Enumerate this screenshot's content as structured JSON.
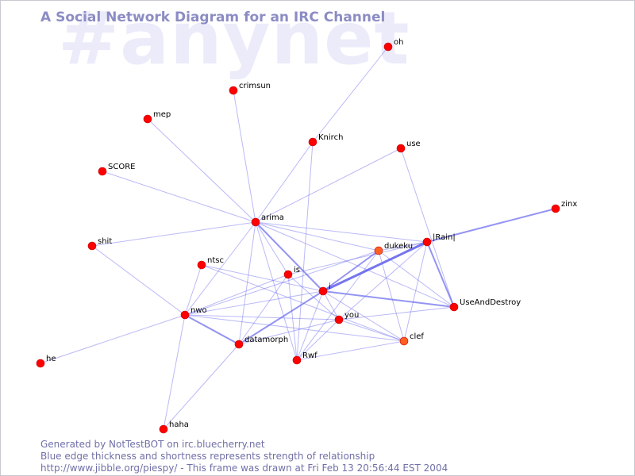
{
  "watermark": "#anynet",
  "title": "A Social Network Diagram for an IRC Channel",
  "footer": {
    "line1": "Generated by NotTestBOT on irc.bluecherry.net",
    "line2": "Blue edge thickness and shortness represents strength of relationship",
    "line3": "http://www.jibble.org/piespy/ - This frame was drawn at Fri Feb 13 20:56:44 EST 2004"
  },
  "colors": {
    "background": "#ffffff",
    "node": "#ff0000",
    "node_recent": "#ff6020",
    "node_outline": "#c00000",
    "edge": "#6666ee",
    "title": "#8c8cc4",
    "watermark": "#ebebfa",
    "footer": "#7070a8"
  },
  "nodes": [
    {
      "id": "oh",
      "label": "oh",
      "state": "normal"
    },
    {
      "id": "crimsun",
      "label": "crimsun",
      "state": "normal"
    },
    {
      "id": "mep",
      "label": "mep",
      "state": "normal"
    },
    {
      "id": "Knirch",
      "label": "Knirch",
      "state": "normal"
    },
    {
      "id": "use",
      "label": "use",
      "state": "normal"
    },
    {
      "id": "SCORE",
      "label": "SCORE",
      "state": "normal"
    },
    {
      "id": "zinx",
      "label": "zinx",
      "state": "normal"
    },
    {
      "id": "arima",
      "label": "arima",
      "state": "normal"
    },
    {
      "id": "Rain",
      "label": "|Rain|",
      "state": "normal"
    },
    {
      "id": "dukeku",
      "label": "dukeku",
      "state": "recent"
    },
    {
      "id": "shit",
      "label": "shit",
      "state": "normal"
    },
    {
      "id": "ntsc",
      "label": "ntsc",
      "state": "normal"
    },
    {
      "id": "is",
      "label": "is",
      "state": "normal"
    },
    {
      "id": "i",
      "label": "i",
      "state": "normal"
    },
    {
      "id": "UseAndDestroy",
      "label": "UseAndDestroy",
      "state": "normal"
    },
    {
      "id": "nwo",
      "label": "nwo",
      "state": "normal"
    },
    {
      "id": "you",
      "label": "you",
      "state": "normal"
    },
    {
      "id": "clef",
      "label": "clef",
      "state": "recent"
    },
    {
      "id": "datamorph",
      "label": "datamorph",
      "state": "normal"
    },
    {
      "id": "Rwf",
      "label": "Rwf",
      "state": "normal"
    },
    {
      "id": "he",
      "label": "he",
      "state": "normal"
    },
    {
      "id": "haha",
      "label": "haha",
      "state": "normal"
    }
  ],
  "edges": [
    {
      "from": "oh",
      "to": "Knirch",
      "strength": 1
    },
    {
      "from": "crimsun",
      "to": "arima",
      "strength": 1
    },
    {
      "from": "mep",
      "to": "arima",
      "strength": 1
    },
    {
      "from": "SCORE",
      "to": "arima",
      "strength": 1
    },
    {
      "from": "Knirch",
      "to": "arima",
      "strength": 1
    },
    {
      "from": "Knirch",
      "to": "Rwf",
      "strength": 1
    },
    {
      "from": "use",
      "to": "arima",
      "strength": 1
    },
    {
      "from": "use",
      "to": "UseAndDestroy",
      "strength": 1
    },
    {
      "from": "zinx",
      "to": "Rain",
      "strength": 2
    },
    {
      "from": "shit",
      "to": "arima",
      "strength": 1
    },
    {
      "from": "shit",
      "to": "nwo",
      "strength": 1
    },
    {
      "from": "arima",
      "to": "Rain",
      "strength": 1
    },
    {
      "from": "arima",
      "to": "dukeku",
      "strength": 1
    },
    {
      "from": "arima",
      "to": "i",
      "strength": 2
    },
    {
      "from": "arima",
      "to": "is",
      "strength": 1
    },
    {
      "from": "arima",
      "to": "nwo",
      "strength": 1
    },
    {
      "from": "arima",
      "to": "datamorph",
      "strength": 1
    },
    {
      "from": "arima",
      "to": "Rwf",
      "strength": 1
    },
    {
      "from": "arima",
      "to": "UseAndDestroy",
      "strength": 1
    },
    {
      "from": "Rain",
      "to": "i",
      "strength": 3
    },
    {
      "from": "Rain",
      "to": "UseAndDestroy",
      "strength": 2
    },
    {
      "from": "Rain",
      "to": "is",
      "strength": 1
    },
    {
      "from": "Rain",
      "to": "clef",
      "strength": 1
    },
    {
      "from": "Rain",
      "to": "you",
      "strength": 1
    },
    {
      "from": "Rain",
      "to": "dukeku",
      "strength": 1
    },
    {
      "from": "dukeku",
      "to": "i",
      "strength": 2
    },
    {
      "from": "dukeku",
      "to": "clef",
      "strength": 1
    },
    {
      "from": "dukeku",
      "to": "UseAndDestroy",
      "strength": 1
    },
    {
      "from": "dukeku",
      "to": "nwo",
      "strength": 1
    },
    {
      "from": "dukeku",
      "to": "Rwf",
      "strength": 1
    },
    {
      "from": "ntsc",
      "to": "nwo",
      "strength": 1
    },
    {
      "from": "ntsc",
      "to": "i",
      "strength": 1
    },
    {
      "from": "ntsc",
      "to": "clef",
      "strength": 1
    },
    {
      "from": "is",
      "to": "nwo",
      "strength": 1
    },
    {
      "from": "is",
      "to": "datamorph",
      "strength": 1
    },
    {
      "from": "is",
      "to": "Rwf",
      "strength": 1
    },
    {
      "from": "is",
      "to": "you",
      "strength": 1
    },
    {
      "from": "i",
      "to": "UseAndDestroy",
      "strength": 2
    },
    {
      "from": "i",
      "to": "nwo",
      "strength": 1
    },
    {
      "from": "i",
      "to": "datamorph",
      "strength": 2
    },
    {
      "from": "i",
      "to": "you",
      "strength": 1
    },
    {
      "from": "i",
      "to": "clef",
      "strength": 1
    },
    {
      "from": "i",
      "to": "Rwf",
      "strength": 1
    },
    {
      "from": "nwo",
      "to": "datamorph",
      "strength": 2
    },
    {
      "from": "nwo",
      "to": "he",
      "strength": 1
    },
    {
      "from": "nwo",
      "to": "haha",
      "strength": 1
    },
    {
      "from": "nwo",
      "to": "you",
      "strength": 1
    },
    {
      "from": "nwo",
      "to": "clef",
      "strength": 1
    },
    {
      "from": "you",
      "to": "UseAndDestroy",
      "strength": 1
    },
    {
      "from": "you",
      "to": "clef",
      "strength": 1
    },
    {
      "from": "you",
      "to": "Rwf",
      "strength": 1
    },
    {
      "from": "datamorph",
      "to": "haha",
      "strength": 1
    },
    {
      "from": "datamorph",
      "to": "you",
      "strength": 1
    },
    {
      "from": "Rwf",
      "to": "clef",
      "strength": 1
    }
  ]
}
